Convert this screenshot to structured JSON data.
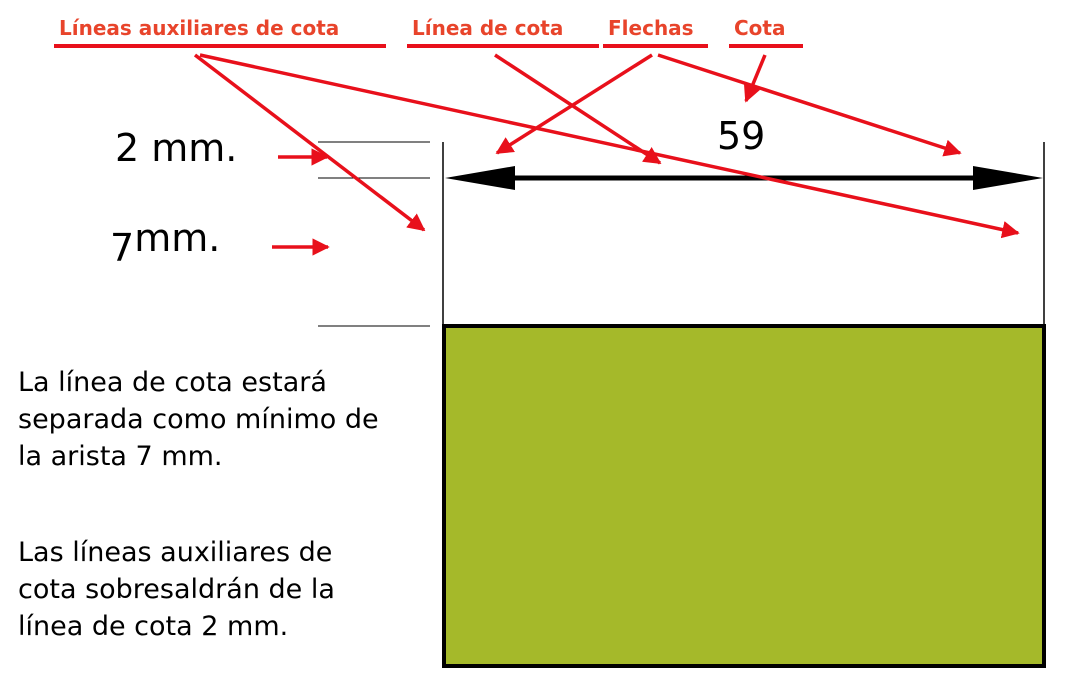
{
  "labels": {
    "aux_lines": "Líneas auxiliares de cota",
    "dim_line": "Línea de cota",
    "arrows": "Flechas",
    "dim_value": "Cota"
  },
  "spacing": {
    "small": "2 mm.",
    "large_num": "7",
    "large_unit": "mm."
  },
  "dimension": {
    "value": "59"
  },
  "notes": {
    "note1": [
      "La línea de cota estará",
      "separada como mínimo de",
      "la arista 7 mm."
    ],
    "note2": [
      "Las líneas auxiliares de",
      "cota sobresaldrán de la",
      "línea de cota 2 mm."
    ]
  },
  "colors": {
    "label_text": "#e8442b",
    "leader": "#e8101b",
    "part_fill": "#a5b92a",
    "outline": "#000000"
  }
}
